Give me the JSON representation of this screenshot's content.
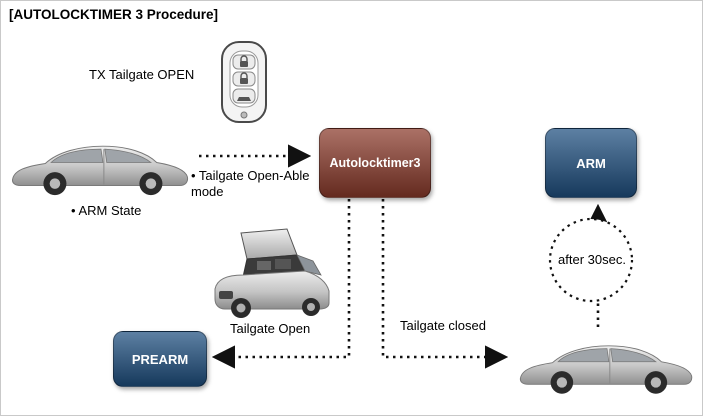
{
  "title": "[AUTOLOCKTIMER 3 Procedure]",
  "colors": {
    "autolocktimer_box": "#8a3a2b",
    "state_box": "#1f4f7f",
    "arrow": "#111111"
  },
  "nodes": {
    "autolocktimer3": "Autolocktimer3",
    "arm": "ARM",
    "prearm": "PREARM"
  },
  "labels": {
    "tx_tailgate_open": "TX Tailgate OPEN",
    "arm_state": "• ARM State",
    "tailgate_open_able_mode": "• Tailgate Open-Able mode",
    "tailgate_open": "Tailgate Open",
    "tailgate_closed": "Tailgate closed",
    "after_30sec": "after 30sec."
  },
  "icons": {
    "key_fob": "key-fob-icon",
    "car_arm_state": "car-side-icon",
    "car_hood_open": "car-hood-open-icon",
    "car_armed": "car-side-icon"
  }
}
